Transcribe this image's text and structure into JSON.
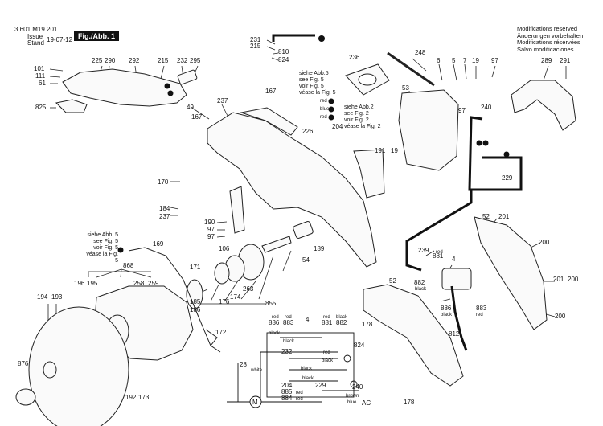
{
  "header": {
    "doc_number": "3 601 M19 201",
    "issue_label": "Issue",
    "stand_label": "Stand",
    "date": "19-07-12",
    "figure": "Fig./Abb. 1"
  },
  "modifications": [
    "Modifications reserved",
    "Änderungen vorbehalten",
    "Modifications réservées",
    "Salvo modificaciones"
  ],
  "notes": {
    "fig5_a": [
      "siehe Abb.5",
      "see Fig. 5",
      "voir Fig. 5",
      "véase la Fig. 5"
    ],
    "fig2": [
      "siehe Abb.2",
      "see Fig. 2",
      "voir Fig. 2",
      "véase la Fig. 2"
    ],
    "fig5_b": [
      "siehe Abb. 5",
      "see Fig. 5",
      "voir Fig. 5",
      "véase la Fig. 5"
    ]
  },
  "wire_colors": {
    "red": "red",
    "blue": "blue",
    "black": "black",
    "white": "white",
    "brown": "brown",
    "ac": "AC"
  },
  "callouts": {
    "c231": "231",
    "c215a": "215",
    "c810": "810",
    "c824a": "824",
    "c225": "225",
    "c290": "290",
    "c292": "292",
    "c215b": "215",
    "c232": "232",
    "c295": "295",
    "c101": "101",
    "c111": "111",
    "c61": "61",
    "c825": "825",
    "c236": "236",
    "c248": "248",
    "c6": "6",
    "c5": "5",
    "c7": "7",
    "c19a": "19",
    "c97a": "97",
    "c289": "289",
    "c291": "291",
    "c49": "49",
    "c237a": "237",
    "c167a": "167",
    "c167b": "167",
    "c53": "53",
    "c97b": "97",
    "c240a": "240",
    "c226": "226",
    "c204a": "204",
    "c191": "191",
    "c19b": "19",
    "c229a": "229",
    "c170": "170",
    "c184": "184",
    "c237b": "237",
    "c190": "190",
    "c97c": "97",
    "c97d": "97",
    "c52a": "52",
    "c201a": "201",
    "c200a": "200",
    "c169": "169",
    "c106": "106",
    "c54": "54",
    "c189": "189",
    "c868": "868",
    "c171": "171",
    "c263": "263",
    "c174": "174",
    "c176": "176",
    "c185": "185",
    "c186": "186",
    "c855": "855",
    "c196": "196",
    "c195": "195",
    "c258": "258",
    "c259": "259",
    "c239": "239",
    "c881a": "881",
    "c4a": "4",
    "c882a": "882",
    "c201b": "201",
    "c200b": "200",
    "c200c": "200",
    "c194": "194",
    "c193": "193",
    "c172": "172",
    "c52b": "52",
    "c178a": "178",
    "c178b": "178",
    "c886a": "886",
    "c883a": "883",
    "c812": "812",
    "c876": "876",
    "c192": "192",
    "c173": "173",
    "w886": "886",
    "w883": "883",
    "w4": "4",
    "w881": "881",
    "w882": "882",
    "w232": "232",
    "w824": "824",
    "w28": "28",
    "w204": "204",
    "w885": "885",
    "w884": "884",
    "w229": "229",
    "w240": "240",
    "wM": "M"
  }
}
